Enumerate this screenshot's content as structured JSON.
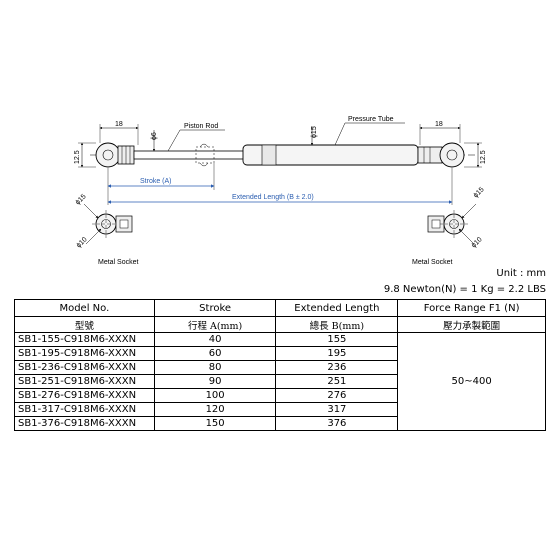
{
  "drawing": {
    "labels": {
      "dim_18_left": "18",
      "dim_6": "ϕ6",
      "piston_rod": "Piston Rod",
      "dim_15_tube": "ϕ15",
      "pressure_tube": "Pressure Tube",
      "dim_18_right": "18",
      "dim_12_5_left": "12.5",
      "dim_12_5_right": "12.5",
      "stroke": "Stroke (A)",
      "extended_length": "Extended Length (B ± 2.0)",
      "socket_dia15_left": "ϕ15",
      "socket_dia10_left": "ϕ10",
      "socket_dia15_right": "ϕ15",
      "socket_dia10_right": "ϕ10",
      "metal_socket_left": "Metal Socket",
      "metal_socket_right": "Metal Socket"
    }
  },
  "notes": {
    "unit": "Unit : mm",
    "conversion": "9.8 Newton(N) = 1 Kg = 2.2 LBS"
  },
  "table": {
    "headers": [
      "Model No.",
      "Stroke",
      "Extended Length",
      "Force Range F1 (N)"
    ],
    "headers_zh": [
      "型號",
      "行程 A(mm)",
      "總長 B(mm)",
      "壓力承製範圍"
    ],
    "rows": [
      [
        "SB1-155-C918M6-XXXN",
        "40",
        "155"
      ],
      [
        "SB1-195-C918M6-XXXN",
        "60",
        "195"
      ],
      [
        "SB1-236-C918M6-XXXN",
        "80",
        "236"
      ],
      [
        "SB1-251-C918M6-XXXN",
        "90",
        "251"
      ],
      [
        "SB1-276-C918M6-XXXN",
        "100",
        "276"
      ],
      [
        "SB1-317-C918M6-XXXN",
        "120",
        "317"
      ],
      [
        "SB1-376-C918M6-XXXN",
        "150",
        "376"
      ]
    ],
    "force_range": "50~400"
  }
}
